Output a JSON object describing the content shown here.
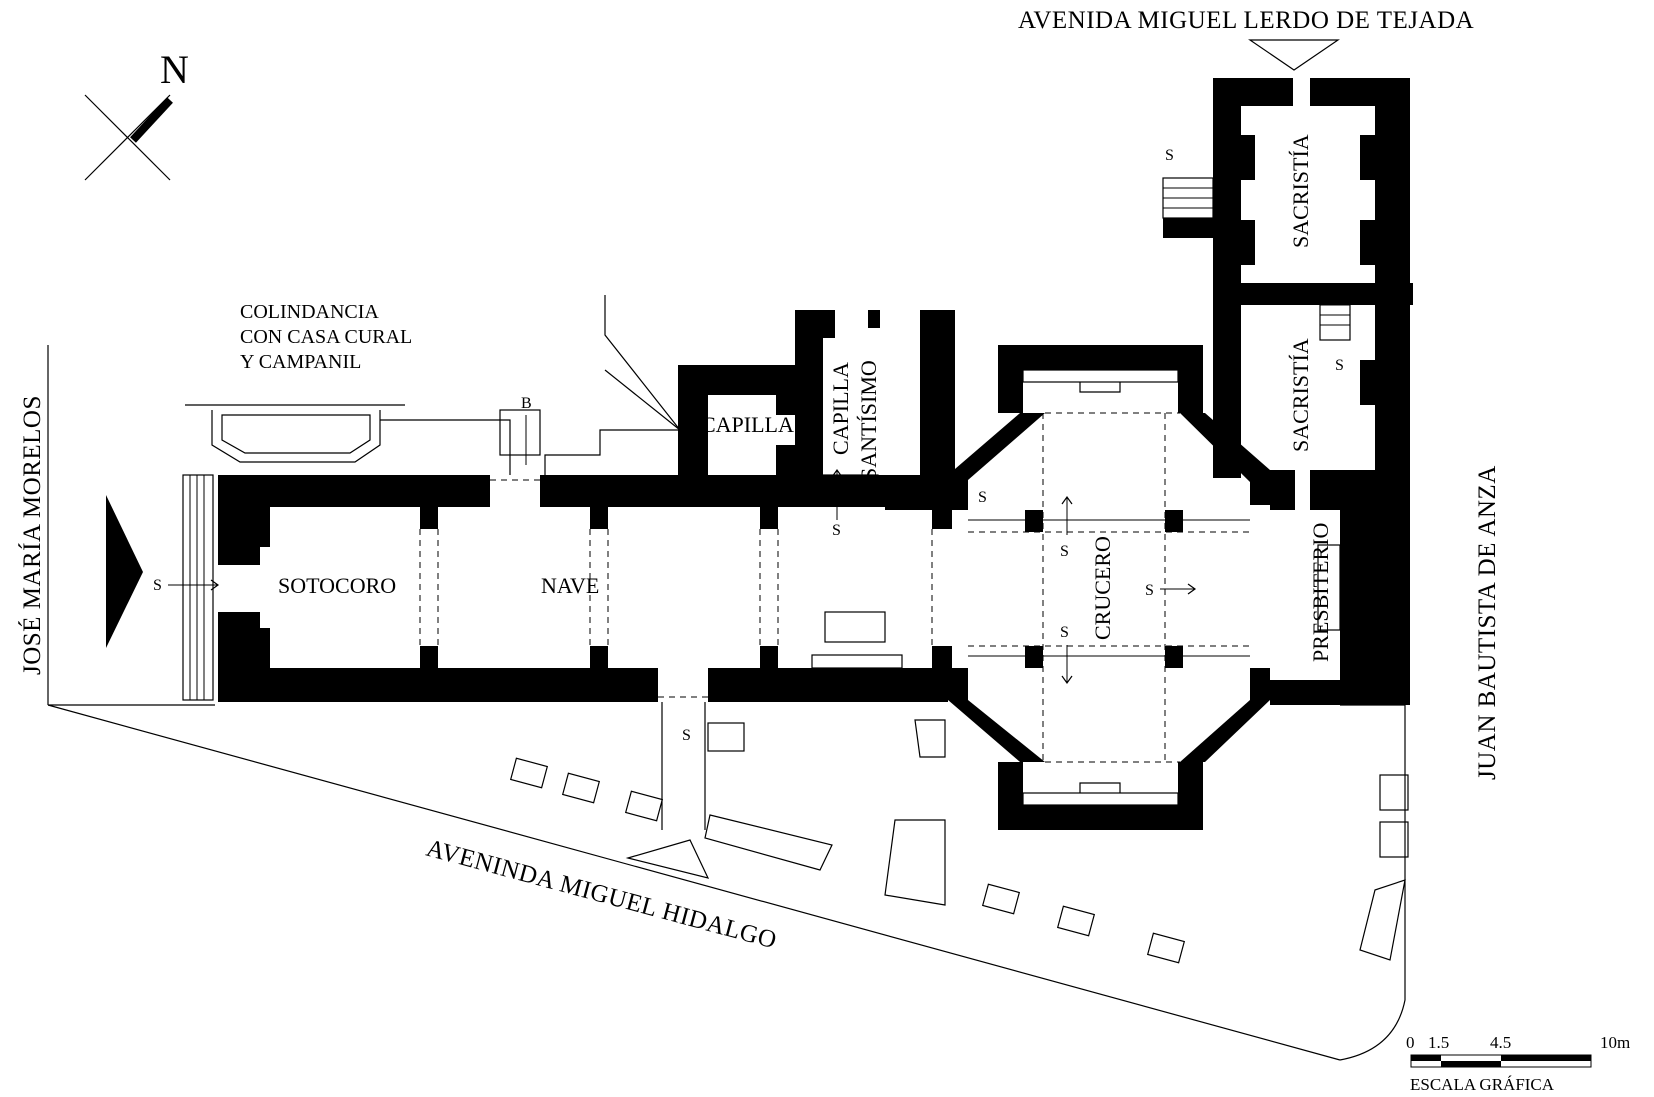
{
  "streets": {
    "north": "AVENIDA MIGUEL LERDO DE TEJADA",
    "west": "JOSÉ MARÍA MORELOS",
    "east": "JUAN BAUTISTA DE ANZA",
    "south": "AVENINDA MIGUEL HIDALGO"
  },
  "north_arrow": {
    "label": "N"
  },
  "neighbor_note": {
    "line1": "COLINDANCIA",
    "line2": "CON CASA CURAL",
    "line3": "Y CAMPANIL"
  },
  "rooms": {
    "sotocoro": "SOTOCORO",
    "nave": "NAVE",
    "capilla": "CAPILLA",
    "capilla_santisimo_1": "CAPILLA",
    "capilla_santisimo_2": "SANTÍSIMO",
    "crucero": "CRUCERO",
    "presbiterio": "PRESBITERIO",
    "sacristia_upper": "SACRISTÍA",
    "sacristia_lower": "SACRISTÍA"
  },
  "markers": {
    "up": "S",
    "down": "B"
  },
  "scale_bar": {
    "ticks": [
      "0",
      "1.5",
      "4.5",
      "10m"
    ],
    "title": "ESCALA GRÁFICA"
  }
}
